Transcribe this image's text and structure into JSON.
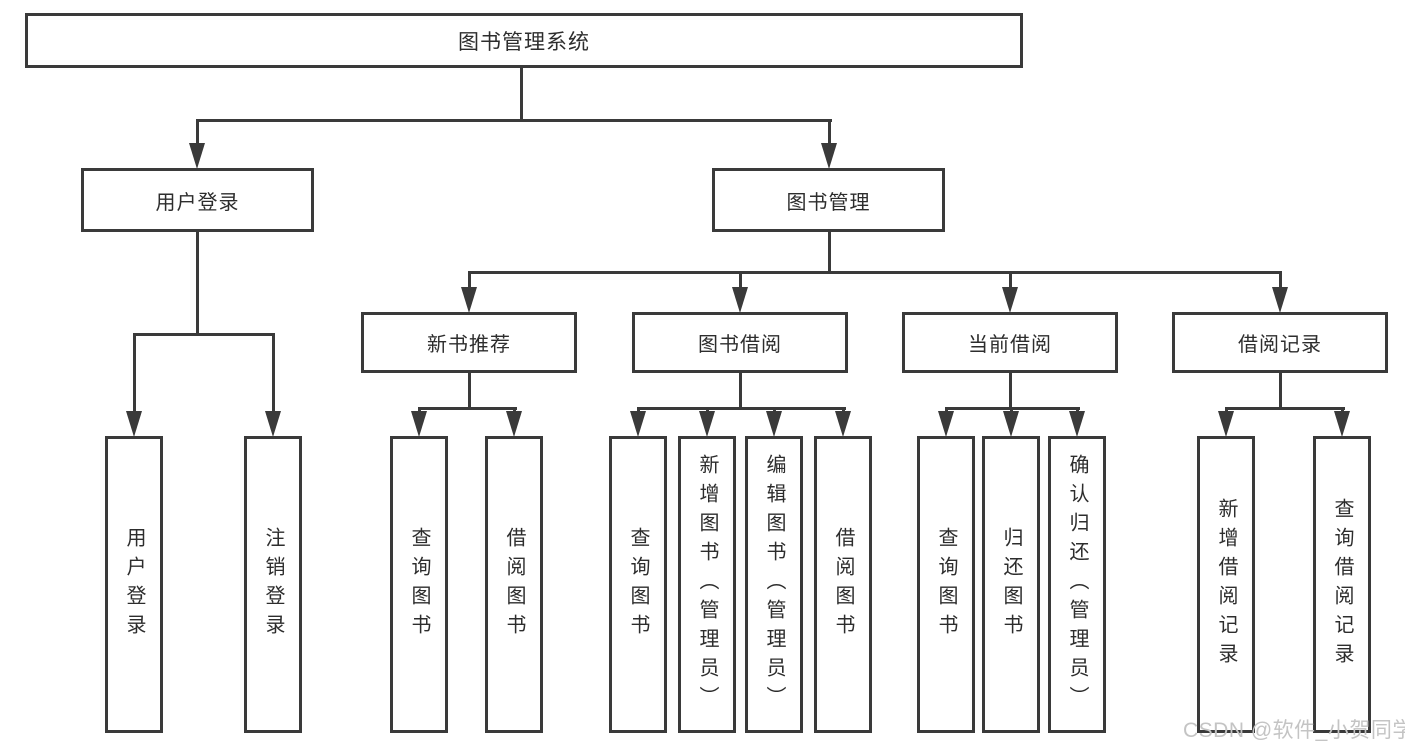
{
  "colors": {
    "line": "#3a3a3a",
    "text": "#2d2d2d",
    "watermark": "#c4c4c4",
    "background": "#ffffff"
  },
  "tree": {
    "root": "图书管理系统",
    "children": [
      {
        "label": "用户登录",
        "children": [
          "用户登录",
          "注销登录"
        ]
      },
      {
        "label": "图书管理",
        "children": [
          {
            "label": "新书推荐",
            "children": [
              "查询图书",
              "借阅图书"
            ]
          },
          {
            "label": "图书借阅",
            "children": [
              "查询图书",
              "新增图书（管理员）",
              "编辑图书（管理员）",
              "借阅图书"
            ]
          },
          {
            "label": "当前借阅",
            "children": [
              "查询图书",
              "归还图书",
              "确认归还（管理员）"
            ]
          },
          {
            "label": "借阅记录",
            "children": [
              "新增借阅记录",
              "查询借阅记录"
            ]
          }
        ]
      }
    ]
  },
  "watermark": "CSDN @软件_小贺同学"
}
